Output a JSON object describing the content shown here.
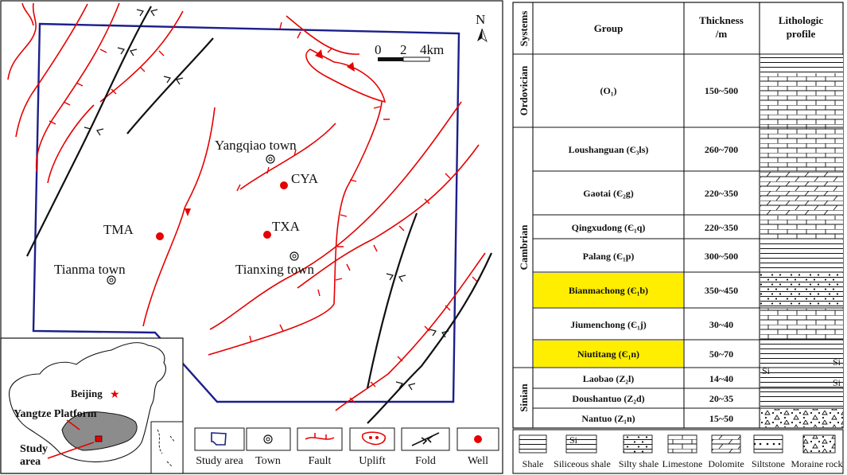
{
  "map": {
    "north_label": "N",
    "scale": {
      "zero": "0",
      "mid": "2",
      "end": "4km"
    },
    "towns": [
      {
        "name": "Yangqiao town"
      },
      {
        "name": "Tianma town"
      },
      {
        "name": "Tianxing town"
      }
    ],
    "wells": [
      {
        "name": "CYA"
      },
      {
        "name": "TMA"
      },
      {
        "name": "TXA"
      }
    ],
    "inset": {
      "beijing": "Beijing",
      "platform": "Yangtze Platform",
      "study_area_line1": "Study",
      "study_area_line2": "area"
    },
    "legend": [
      {
        "label": "Study area",
        "icon": "study-area-icon"
      },
      {
        "label": "Town",
        "icon": "town-icon"
      },
      {
        "label": "Fault",
        "icon": "fault-icon"
      },
      {
        "label": "Uplift",
        "icon": "uplift-icon"
      },
      {
        "label": "Fold",
        "icon": "fold-icon"
      },
      {
        "label": "Well",
        "icon": "well-icon"
      }
    ],
    "colors": {
      "fault": "#e60000",
      "boundary": "#1c1f8a",
      "fold": "#111111",
      "highlight": "#ffee00"
    }
  },
  "column": {
    "headers": {
      "systems": "Systems",
      "group": "Group",
      "thickness_1": "Thickness",
      "thickness_2": "/m",
      "profile_1": "Lithologic",
      "profile_2": "profile"
    },
    "systems": [
      "Ordovician",
      "Cambrian",
      "Sinian"
    ],
    "rows": [
      {
        "group": "(O₁)",
        "thickness": "150~500",
        "highlight": false
      },
      {
        "group": "Loushanguan (Є₃ls)",
        "thickness": "260~700",
        "highlight": false
      },
      {
        "group": "Gaotai (Є₂g)",
        "thickness": "220~350",
        "highlight": false
      },
      {
        "group": "Qingxudong (Є₁q)",
        "thickness": "220~350",
        "highlight": false
      },
      {
        "group": "Palang (Є₁p)",
        "thickness": "300~500",
        "highlight": false
      },
      {
        "group": "Bianmachong (Є₁b)",
        "thickness": "350~450",
        "highlight": true
      },
      {
        "group": "Jiumenchong (Є₁j)",
        "thickness": "30~40",
        "highlight": false
      },
      {
        "group": "Niutitang (Є₁n)",
        "thickness": "50~70",
        "highlight": true
      },
      {
        "group": "Laobao (Z₂l)",
        "thickness": "14~40",
        "highlight": false
      },
      {
        "group": "Doushantuo (Z₂d)",
        "thickness": "20~35",
        "highlight": false
      },
      {
        "group": "Nantuo (Z₁n)",
        "thickness": "15~50",
        "highlight": false
      }
    ],
    "si": "Si",
    "lith_legend": [
      "Shale",
      "Siliceous shale",
      "Silty shale",
      "Limestone",
      "Dolomite",
      "Siltstone",
      "Moraine rock"
    ]
  }
}
